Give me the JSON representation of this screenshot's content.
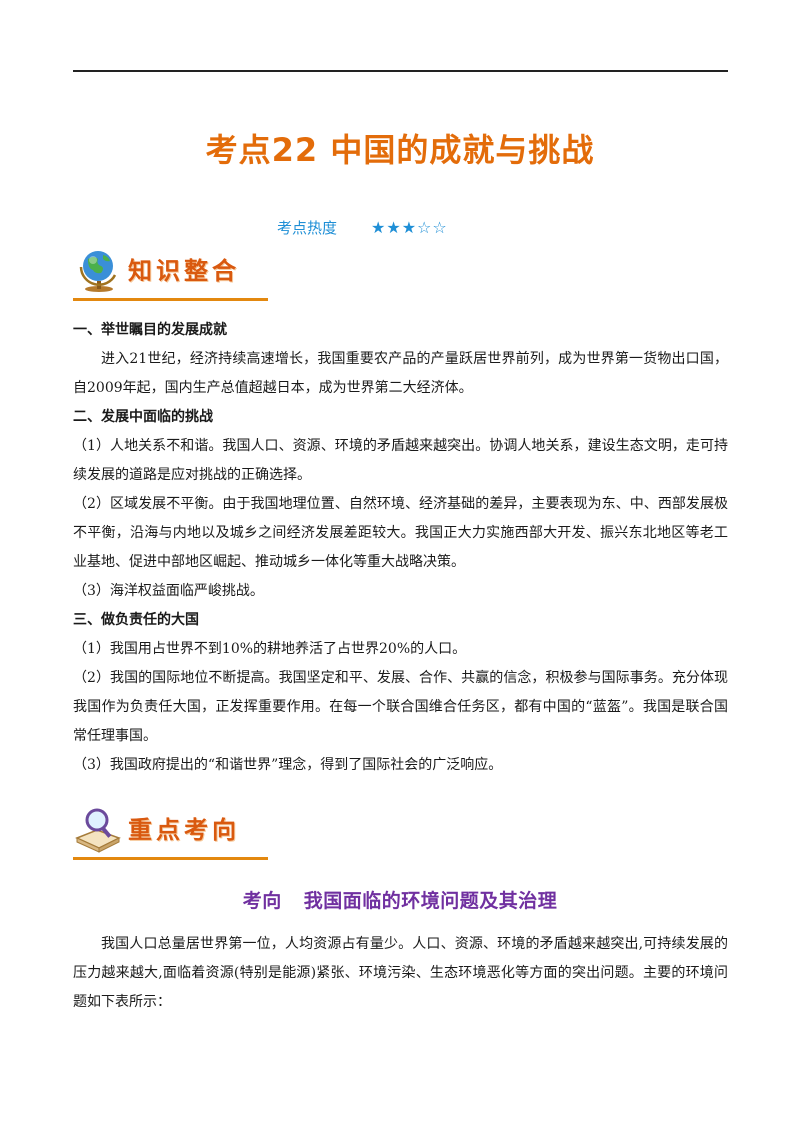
{
  "page": {
    "title": "考点22  中国的成就与挑战",
    "heat": {
      "label": "考点热度",
      "stars": "★★★☆☆",
      "rating": 3,
      "max": 5
    }
  },
  "colors": {
    "title": "#e36c0a",
    "heat": "#1f8fd6",
    "banner": "#d9590f",
    "topic": "#7030a0"
  },
  "section_knowledge": {
    "icon": "globe-icon",
    "label": "知识整合"
  },
  "knowledge": {
    "h1": "一、举世瞩目的发展成就",
    "p1": "进入21世纪，经济持续高速增长，我国重要农产品的产量跃居世界前列，成为世界第一货物出口国，自2009年起，国内生产总值超越日本，成为世界第二大经济体。",
    "h2": "二、发展中面临的挑战",
    "p2": "（1）人地关系不和谐。我国人口、资源、环境的矛盾越来越突出。协调人地关系，建设生态文明，走可持续发展的道路是应对挑战的正确选择。",
    "p3": "（2）区域发展不平衡。由于我国地理位置、自然环境、经济基础的差异，主要表现为东、中、西部发展极不平衡，沿海与内地以及城乡之间经济发展差距较大。我国正大力实施西部大开发、振兴东北地区等老工业基地、促进中部地区崛起、推动城乡一体化等重大战略决策。",
    "p4": "（3）海洋权益面临严峻挑战。",
    "h3": "三、做负责任的大国",
    "p5": "（1）我国用占世界不到10%的耕地养活了占世界20%的人口。",
    "p6": "（2）我国的国际地位不断提高。我国坚定和平、发展、合作、共赢的信念，积极参与国际事务。充分体现我国作为负责任大国，正发挥重要作用。在每一个联合国维合任务区，都有中国的“蓝盔”。我国是联合国常任理事国。",
    "p7": "（3）我国政府提出的“和谐世界”理念，得到了国际社会的广泛响应。"
  },
  "section_focus": {
    "icon": "magnifier-book-icon",
    "label": "重点考向"
  },
  "topic": {
    "prefix": "考向",
    "title": "我国面临的环境问题及其治理",
    "p1": "我国人口总量居世界第一位，人均资源占有量少。人口、资源、环境的矛盾越来越突出,可持续发展的压力越来越大,面临着资源(特别是能源)紧张、环境污染、生态环境恶化等方面的突出问题。主要的环境问题如下表所示："
  }
}
